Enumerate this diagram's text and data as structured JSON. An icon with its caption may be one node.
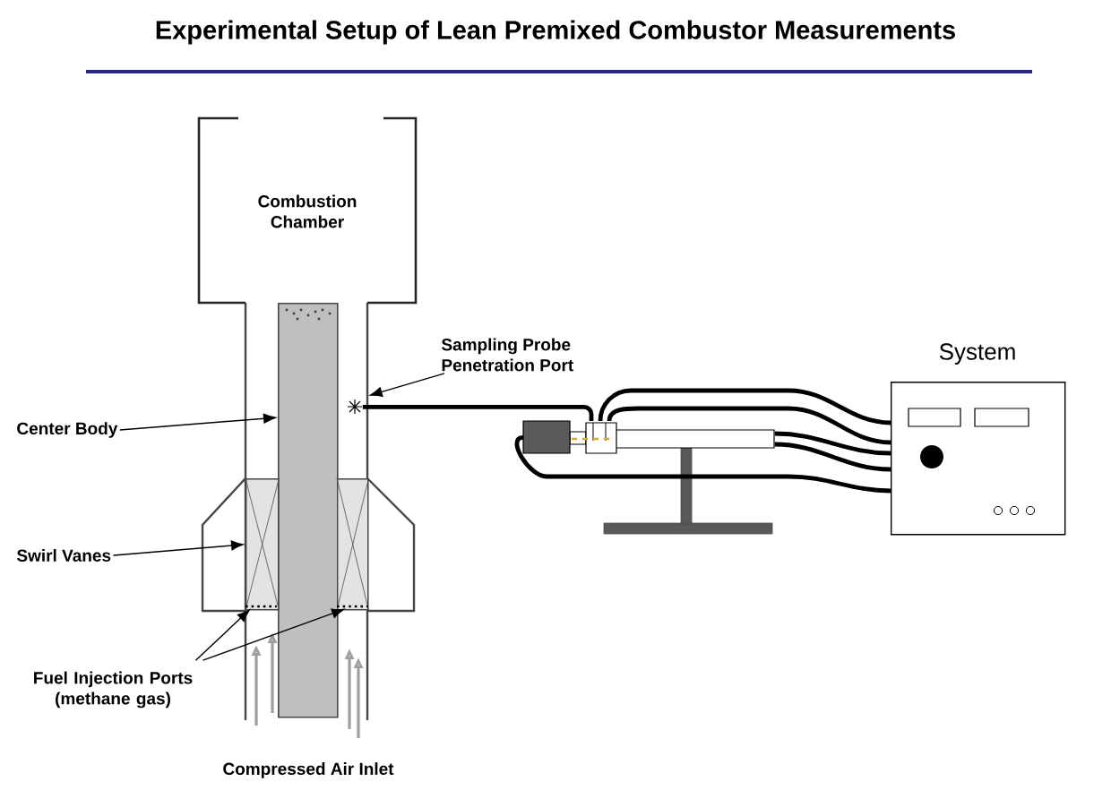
{
  "diagram": {
    "title": "Experimental Setup of Lean Premixed Combustor Measurements",
    "nodes": [
      {
        "text": [
          "Combustion Chamber"
        ]
      },
      {
        "text": [
          "Center Body"
        ]
      },
      {
        "text": [],
        "shape": "bar"
      },
      {
        "text": [
          "Sampling Probe Penetration Port"
        ]
      },
      {
        "text": [],
        "shape": "star"
      },
      {
        "text": [
          "Swirl Vanes"
        ]
      },
      {
        "text": [],
        "shape": "box"
      },
      {
        "text": [],
        "shape": "box"
      },
      {
        "text": [
          "Fuel Injection Ports (methane gas)"
        ]
      },
      {
        "text": [],
        "shape": "line",
        "in": 6
      },
      {
        "text": [],
        "shape": "line",
        "in": 7
      },
      {
        "text": [],
        "shape": "picture"
      },
      {
        "text": [
          "System"
        ]
      }
    ],
    "edges": [
      {
        "from": 1,
        "to": 2,
        "arrow": "to"
      },
      {
        "from": 3,
        "to": 4,
        "arrow": "to"
      },
      {
        "from": 5,
        "to": 6,
        "arrow": "to"
      },
      {
        "from": 8,
        "to": 9,
        "arrow": "to"
      },
      {
        "from": 8,
        "to": 10,
        "arrow": "to"
      },
      {
        "from": 4,
        "to": 11,
        "arrow": "none"
      },
      {
        "from": 11,
        "to": 12,
        "arrow": "none"
      },
      {
        "from": 11,
        "to": 12,
        "arrow": "none"
      },
      {
        "from": 11,
        "to": 12,
        "arrow": "none"
      },
      {
        "from": 11,
        "to": 12,
        "arrow": "none"
      },
      {
        "from": 11,
        "to": 12,
        "arrow": "none"
      }
    ],
    "labels": [
      "Compressed Air Inlet"
    ]
  }
}
